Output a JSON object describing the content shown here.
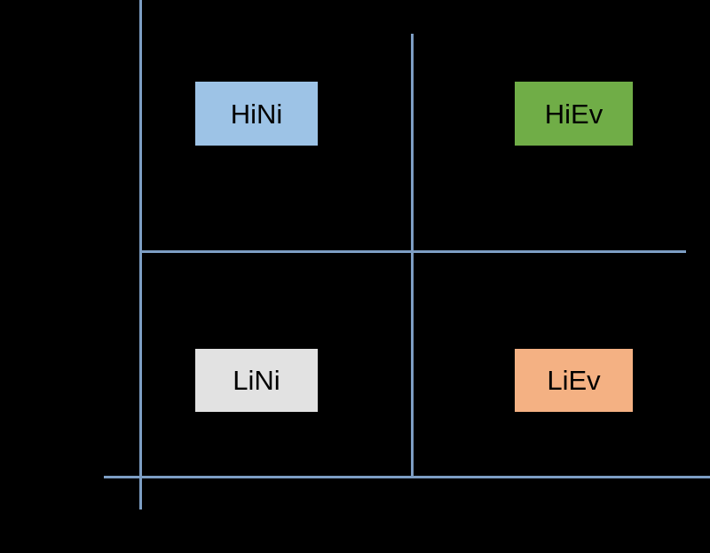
{
  "diagram": {
    "background_color": "#000000",
    "axis_color": "#7d9ec4",
    "text_color": "#000000",
    "quadrants": [
      {
        "id": "hini",
        "label": "HiNi",
        "fill": "#9dc3e6",
        "position": "top-left"
      },
      {
        "id": "hiev",
        "label": "HiEv",
        "fill": "#70ad47",
        "position": "top-right"
      },
      {
        "id": "lini",
        "label": "LiNi",
        "fill": "#e2e2e2",
        "position": "bottom-left"
      },
      {
        "id": "liev",
        "label": "LiEv",
        "fill": "#f4b183",
        "position": "bottom-right"
      }
    ],
    "axes": [
      {
        "id": "axis-vertical-main",
        "orientation": "vertical"
      },
      {
        "id": "axis-vertical-divider",
        "orientation": "vertical"
      },
      {
        "id": "axis-horizontal-divider",
        "orientation": "horizontal"
      },
      {
        "id": "axis-horizontal-main",
        "orientation": "horizontal"
      }
    ]
  }
}
